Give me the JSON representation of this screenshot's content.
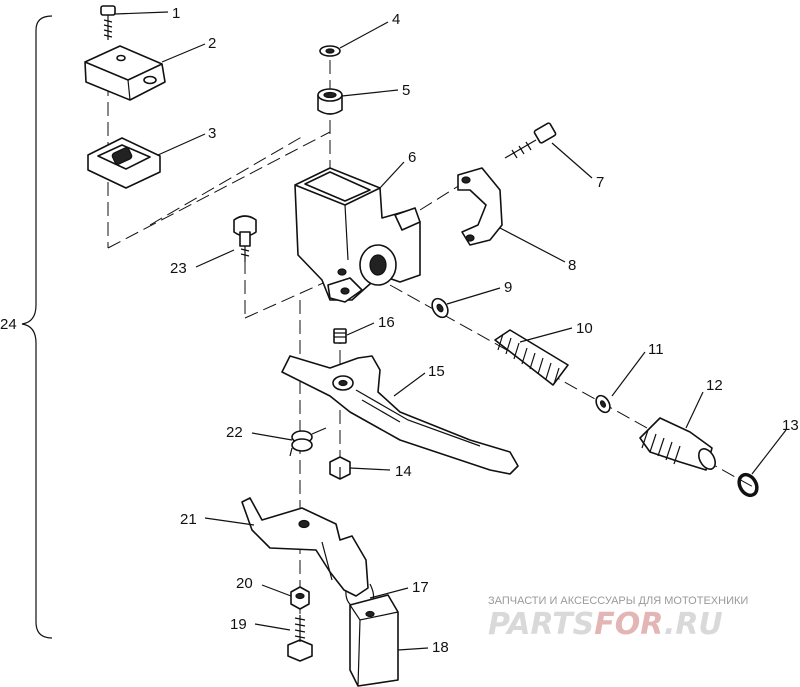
{
  "diagram": {
    "callouts": [
      "1",
      "2",
      "3",
      "4",
      "5",
      "6",
      "7",
      "8",
      "9",
      "10",
      "11",
      "12",
      "13",
      "14",
      "15",
      "16",
      "17",
      "18",
      "19",
      "20",
      "21",
      "22",
      "23",
      "24"
    ]
  },
  "watermark": {
    "tagline": "ЗАПЧАСТИ И АКСЕССУАРЫ ДЛЯ МОТОТЕХНИКИ",
    "logo_left": "PARTS",
    "logo_mid": "FOR",
    "logo_right": ".RU",
    "logo_color": "#d9d9d9",
    "accent_color": "#e4b5b5"
  }
}
